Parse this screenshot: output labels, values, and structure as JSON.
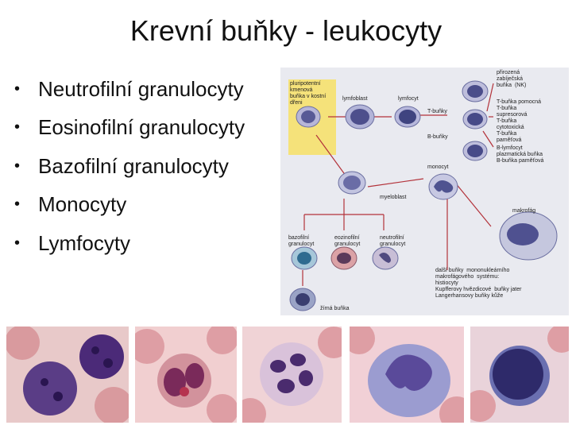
{
  "slide": {
    "title": "Krevní buňky - leukocyty",
    "bullets": [
      "Neutrofilní granulocyty",
      "Eosinofilní granulocyty",
      "Bazofilní granulocyty",
      "Monocyty",
      "Lymfocyty"
    ]
  },
  "diagram": {
    "stem_cell": "pluripotentní\nkmenová\nbuňka v kostní\ndřeni",
    "lymfoblast": "lymfoblast",
    "lymfocyt": "lymfocyt",
    "t_bunky": "T-buňky",
    "b_bunky": "B-buňky",
    "nk": "přirozená\nzabíječská\nbuňka  (NK)",
    "t_types": "T-buňka pomocná\nT-buňka\nsupresorová\nT-buňka\ncytotoxická\nT-buňka\npaměťová",
    "b_types": "B-lymfocyt\nplazmatická buňka\nB-buňka paměťová",
    "monocyt": "monocyt",
    "myeloblast": "myeloblast",
    "makrofag": "makrofág",
    "bazofil": "bazofilní\ngranulocyt",
    "eozinofil": "eozinofilní\ngranulocyt",
    "neutrofil": "neutrofilní\ngranulocyt",
    "system_note": "další buňky  mononukleárního\nmakrofágového  systému:\nhistiocyty\nKupfferovy hvězdicové  buňky jater\nLangerhansovy buňky kůže",
    "zirna": "žírná buňka"
  },
  "micrographs": [
    {
      "cell": "bazofil",
      "bg": "#e8c9c9",
      "nucleus": "#4b2a78"
    },
    {
      "cell": "eozinofil",
      "bg": "#f1cfd0",
      "nucleus": "#7a2a5a"
    },
    {
      "cell": "neutrofil",
      "bg": "#f0d3d6",
      "nucleus": "#4a2b6e"
    },
    {
      "cell": "monocyt",
      "bg": "#f1d0d6",
      "nucleus": "#5a4a9a"
    },
    {
      "cell": "lymfocyt",
      "bg": "#e9d3da",
      "nucleus": "#2e2a6a"
    }
  ]
}
